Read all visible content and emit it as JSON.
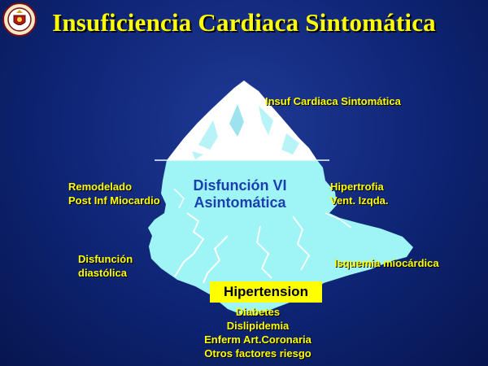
{
  "title": "Insuficiencia Cardiaca Sintomática",
  "tip_label": "Insuf Cardiaca Sintomática",
  "center_label": [
    "Disfunción VI",
    "Asintomática"
  ],
  "left_upper_label": [
    "Remodelado",
    "Post Inf Miocardio"
  ],
  "right_upper_label": [
    "Hipertrofia",
    "Vent. Izqda."
  ],
  "left_lower_label": [
    "Disfunción",
    "diastólica"
  ],
  "right_lower_label": "Isquemia miocárdica",
  "base_highlight": "Hipertension",
  "base_factors": [
    "Diabetes",
    "Dislipidemia",
    "Enferm Art.Coronaria",
    "Otros factores riesgo"
  ],
  "colors": {
    "background": "#0e2474",
    "title": "#ffff00",
    "labels": "#ffff00",
    "iceberg_above": "#ffffff",
    "iceberg_below": "#9ff5f5",
    "center_text": "#1b3fae",
    "highlight_box": "#ffff00"
  },
  "icons": {
    "logo": "university-seal-icon"
  }
}
